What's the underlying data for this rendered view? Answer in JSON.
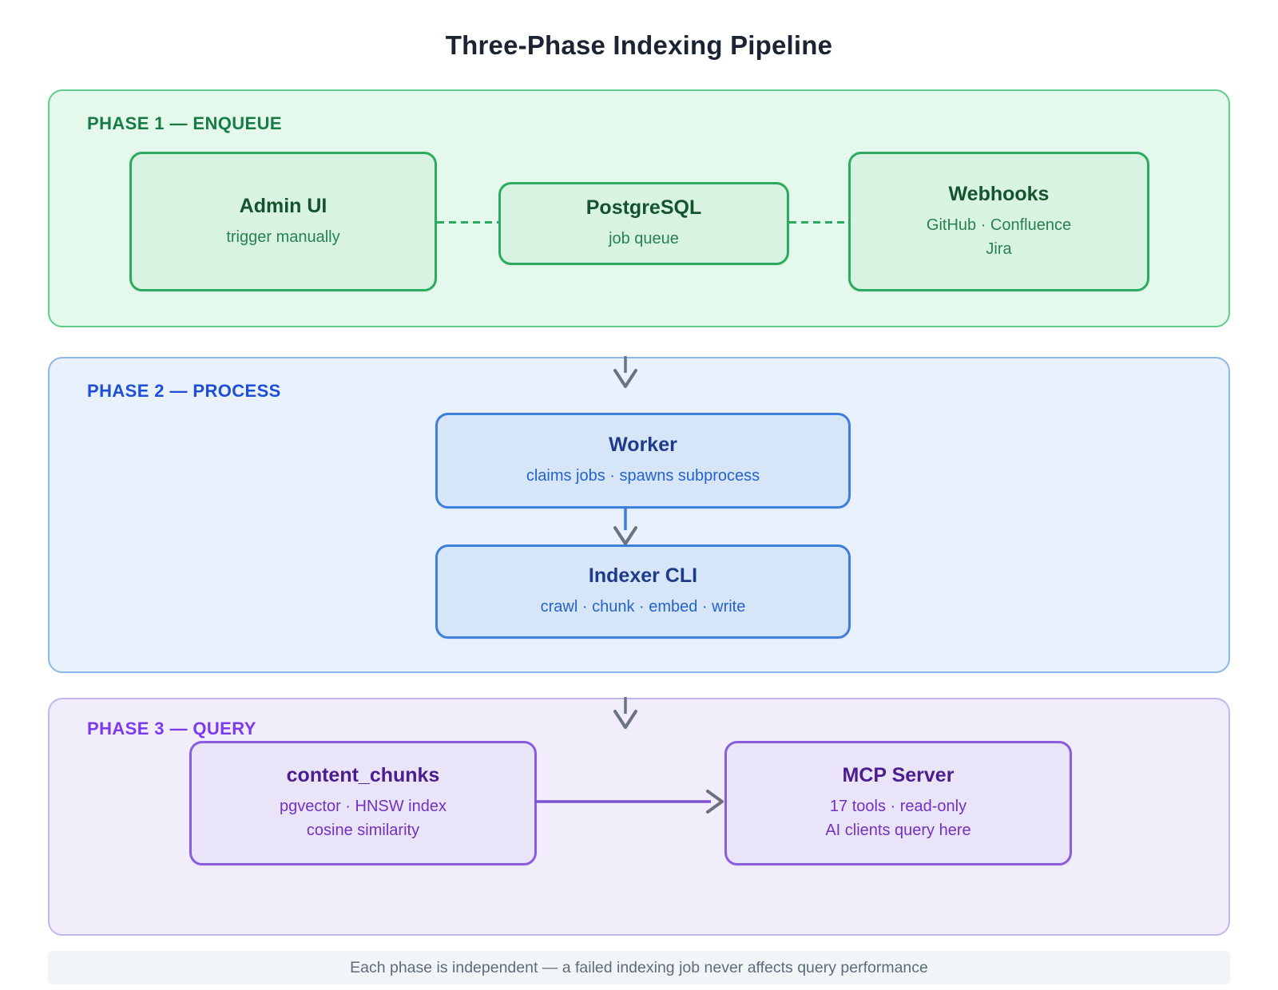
{
  "title": "Three-Phase Indexing Pipeline",
  "phases": [
    {
      "label": "PHASE 1 — ENQUEUE",
      "accent": "#2cab60",
      "nodes": [
        {
          "title": "Admin UI",
          "lines": [
            "trigger manually"
          ]
        },
        {
          "title": "PostgreSQL",
          "lines": [
            "job queue"
          ]
        },
        {
          "title": "Webhooks",
          "lines": [
            "GitHub · Confluence",
            "Jira"
          ]
        }
      ]
    },
    {
      "label": "PHASE 2 — PROCESS",
      "accent": "#3e7edc",
      "nodes": [
        {
          "title": "Worker",
          "lines": [
            "claims jobs · spawns subprocess"
          ]
        },
        {
          "title": "Indexer CLI",
          "lines": [
            "crawl · chunk · embed · write"
          ]
        }
      ]
    },
    {
      "label": "PHASE 3 — QUERY",
      "accent": "#8a5cdf",
      "nodes": [
        {
          "title": "content_chunks",
          "lines": [
            "pgvector · HNSW index",
            "cosine similarity"
          ]
        },
        {
          "title": "MCP Server",
          "lines": [
            "17 tools · read-only",
            "AI clients query here"
          ]
        }
      ]
    }
  ],
  "footer": "Each phase is independent — a failed indexing job never affects query performance",
  "colors": {
    "phase1_bg": "#e4f8ec",
    "phase1_border": "#5ecd89",
    "phase1_label": "#167c45",
    "phase2_bg": "#e9f1fc",
    "phase2_border": "#8bb8e8",
    "phase2_label": "#1d4ed8",
    "phase3_bg": "#f1edfa",
    "phase3_border": "#c4b5ed",
    "phase3_label": "#7c3aed",
    "arrow_gray": "#6b7280",
    "arrow_blue": "#3e7edc",
    "arrow_purple": "#7c52d2",
    "title_color": "#1a2433",
    "footer_bg": "#f1f5f7",
    "footer_text": "#5d6b7a"
  }
}
